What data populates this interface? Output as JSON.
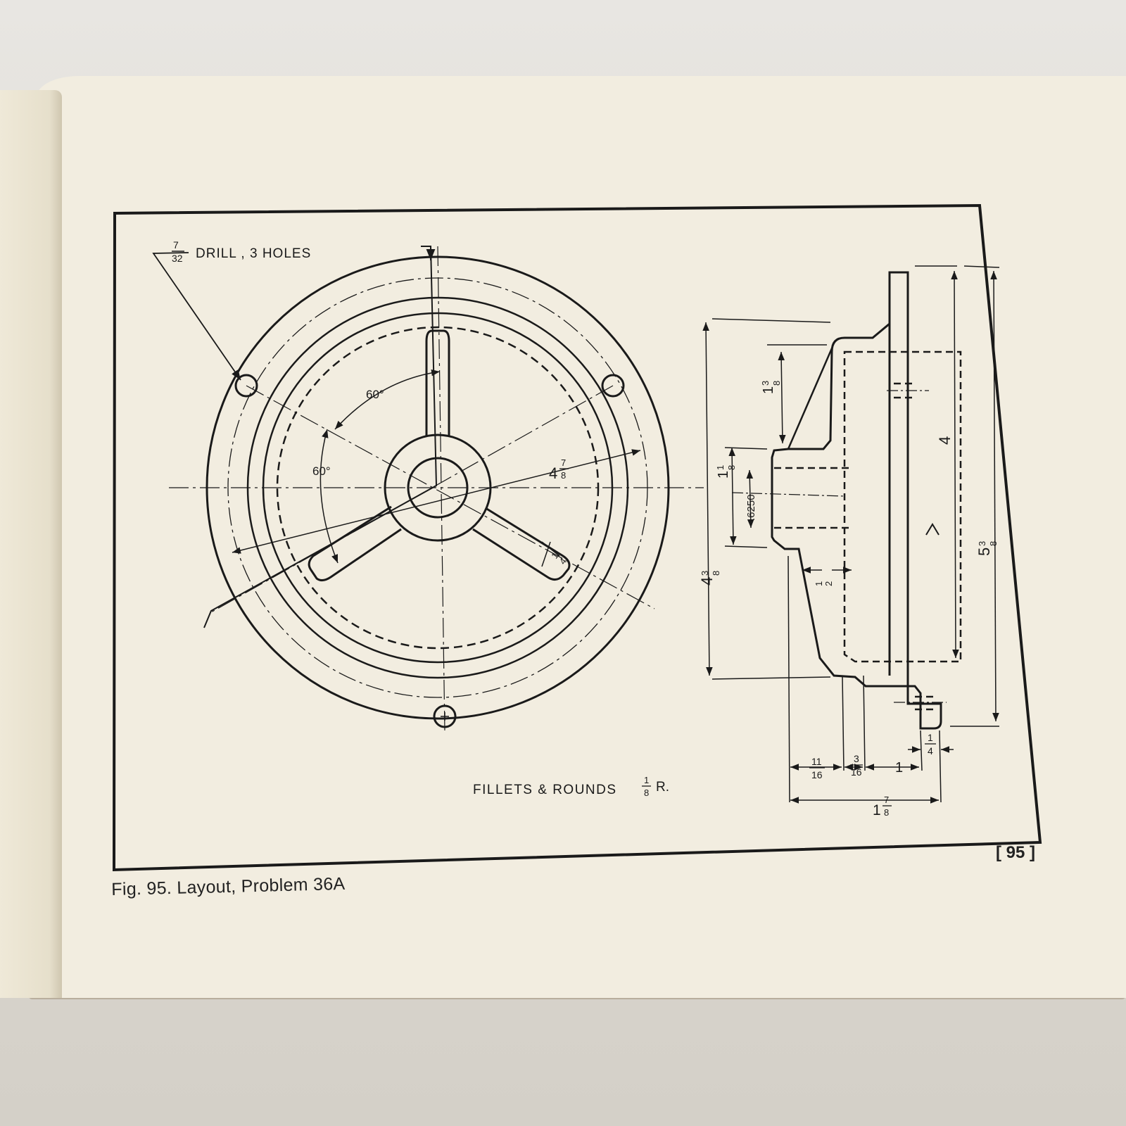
{
  "figure": {
    "caption": "Fig. 95.  Layout, Problem 36A",
    "page_number": "[ 95 ]"
  },
  "front_view": {
    "drill_note": "DRILL ,  3 HOLES",
    "drill_fraction": {
      "num": "7",
      "den": "32"
    },
    "angle_upper": "60°",
    "angle_left": "60°",
    "diameter_label": {
      "whole": "4",
      "num": "7",
      "den": "8"
    },
    "spoke_width": {
      "num": "1",
      "den": "4"
    },
    "fillets_note": "FILLETS & ROUNDS",
    "fillets_fraction": {
      "num": "1",
      "den": "8"
    },
    "fillets_suffix": "R."
  },
  "side_view": {
    "dim_hub_step": {
      "whole": "1",
      "num": "3",
      "den": "8"
    },
    "dim_hub": {
      "whole": "1",
      "num": "1",
      "den": "8"
    },
    "dim_bore": ".6250",
    "dim_height_inner": {
      "whole": "4",
      "num": "3",
      "den": "8"
    },
    "dim_four": "4",
    "dim_overall": {
      "whole": "5",
      "num": "3",
      "den": "8"
    },
    "dim_half": {
      "num": "1",
      "den": "2"
    },
    "dim_quarter": {
      "num": "1",
      "den": "4"
    },
    "dim_eleven_sixteenths": {
      "num": "11",
      "den": "16"
    },
    "dim_three_sixteenths": {
      "num": "3",
      "den": "16"
    },
    "dim_one": "1",
    "dim_total_width": {
      "whole": "1",
      "num": "7",
      "den": "8"
    }
  },
  "colors": {
    "ink": "#1a1a1a",
    "paper": "#f2ede0",
    "cover": "#b8ae9d"
  }
}
